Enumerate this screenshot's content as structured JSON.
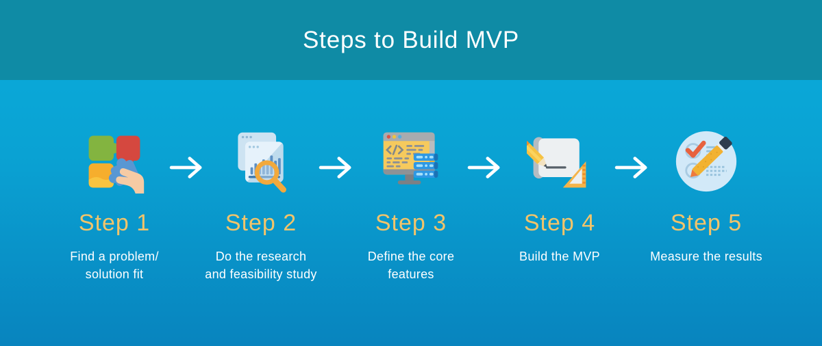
{
  "header": {
    "title": "Steps to Build MVP"
  },
  "steps": [
    {
      "label": "Step 1",
      "description": "Find a problem/\nsolution fit",
      "icon": "puzzle-pieces-icon"
    },
    {
      "label": "Step 2",
      "description": "Do the research\nand feasibility study",
      "icon": "research-magnifier-icon"
    },
    {
      "label": "Step 3",
      "description": "Define the core\nfeatures",
      "icon": "code-monitor-icon"
    },
    {
      "label": "Step 4",
      "description": "Build the MVP",
      "icon": "blueprint-pencil-icon"
    },
    {
      "label": "Step 5",
      "description": "Measure the results",
      "icon": "checklist-marker-icon"
    }
  ],
  "arrow_icon": "right-arrow-icon",
  "palette": {
    "header_bg": "#0f8ba5",
    "body_gradient_top": "#0baddc",
    "body_gradient_bottom": "#0884be",
    "step_label_color": "#f2c46a",
    "description_color": "#ffffff",
    "arrow_color": "#ffffff"
  }
}
